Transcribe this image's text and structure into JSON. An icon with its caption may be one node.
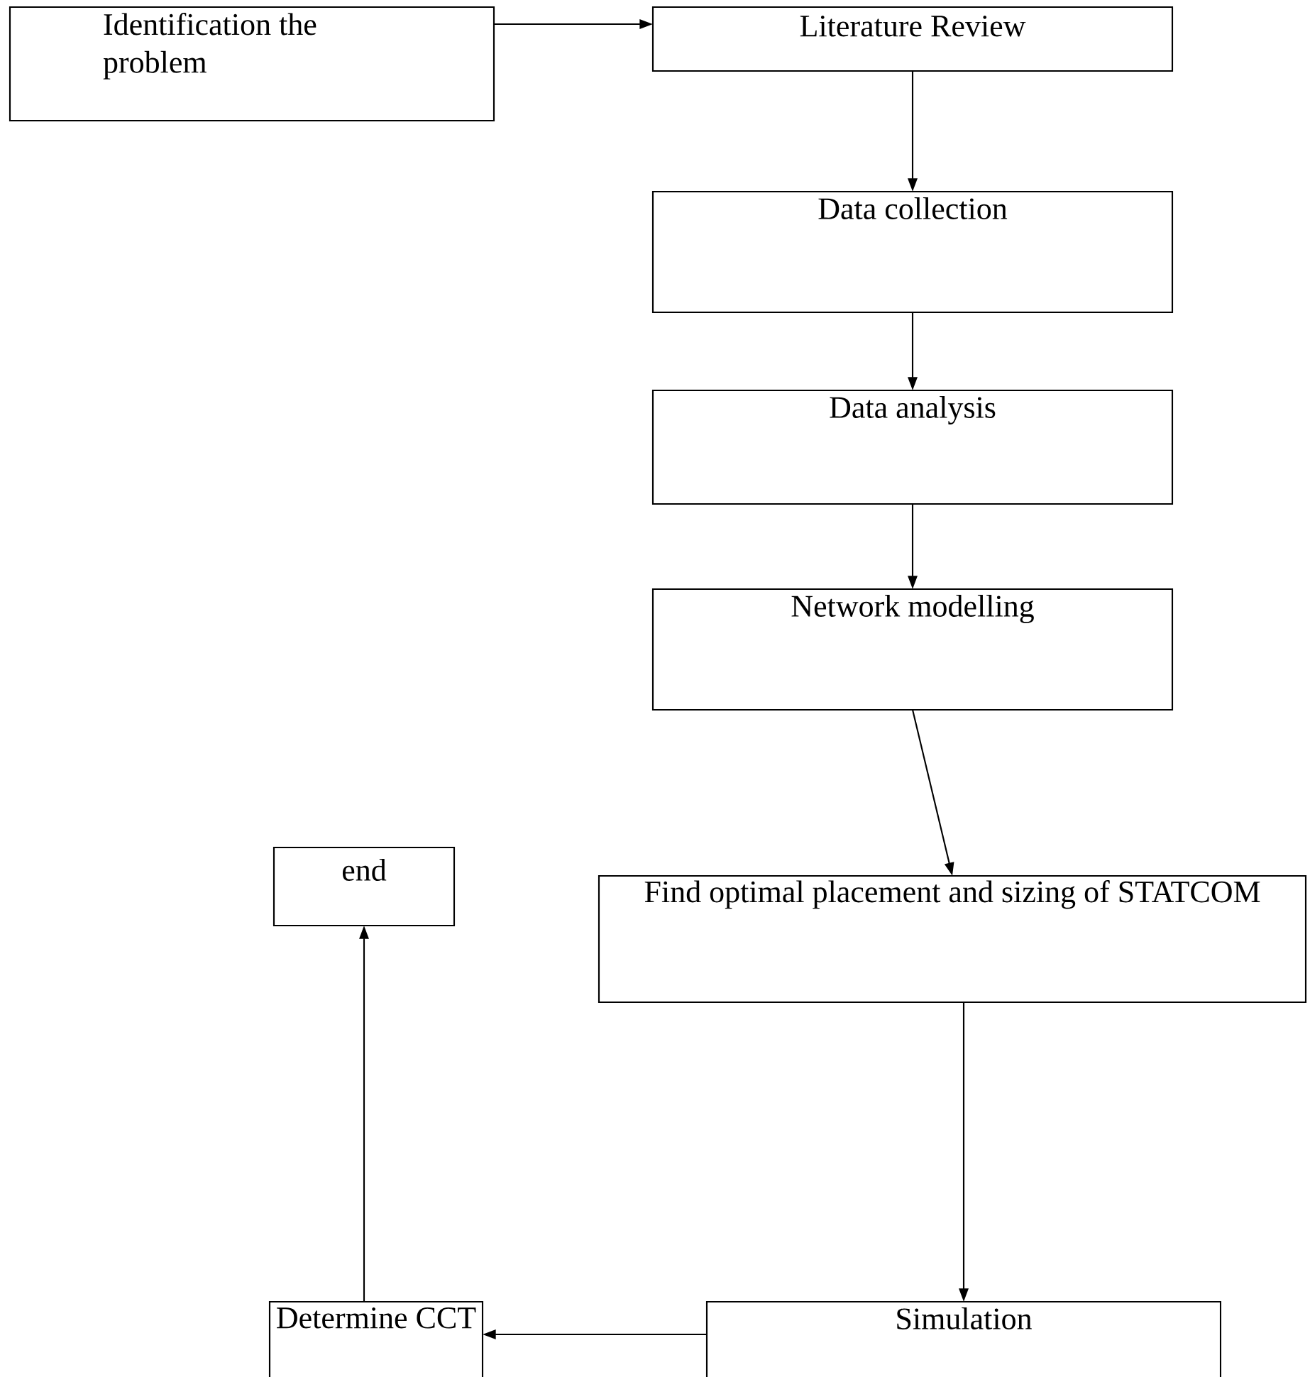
{
  "diagram": {
    "nodes": [
      {
        "text": [
          "Identification the problem"
        ]
      },
      {
        "text": [
          "Literature Review"
        ]
      },
      {
        "text": [
          "Data collection"
        ]
      },
      {
        "text": [
          "Data analysis"
        ]
      },
      {
        "text": [
          "Network modelling"
        ]
      },
      {
        "text": [
          "Find optimal placement and sizing of STATCOM"
        ]
      },
      {
        "text": [
          "end"
        ]
      },
      {
        "text": [
          "Determine CCT"
        ]
      },
      {
        "text": [
          "Simulation"
        ]
      }
    ],
    "edges": [
      {
        "from": 0,
        "to": 1,
        "arrow": "to"
      },
      {
        "from": 1,
        "to": 2,
        "arrow": "to"
      },
      {
        "from": 2,
        "to": 3,
        "arrow": "to"
      },
      {
        "from": 3,
        "to": 4,
        "arrow": "to"
      },
      {
        "from": 4,
        "to": 5,
        "arrow": "to"
      },
      {
        "from": 5,
        "to": 8,
        "arrow": "to"
      },
      {
        "from": 8,
        "to": 7,
        "arrow": "to"
      },
      {
        "from": 7,
        "to": 6,
        "arrow": "to"
      }
    ]
  }
}
